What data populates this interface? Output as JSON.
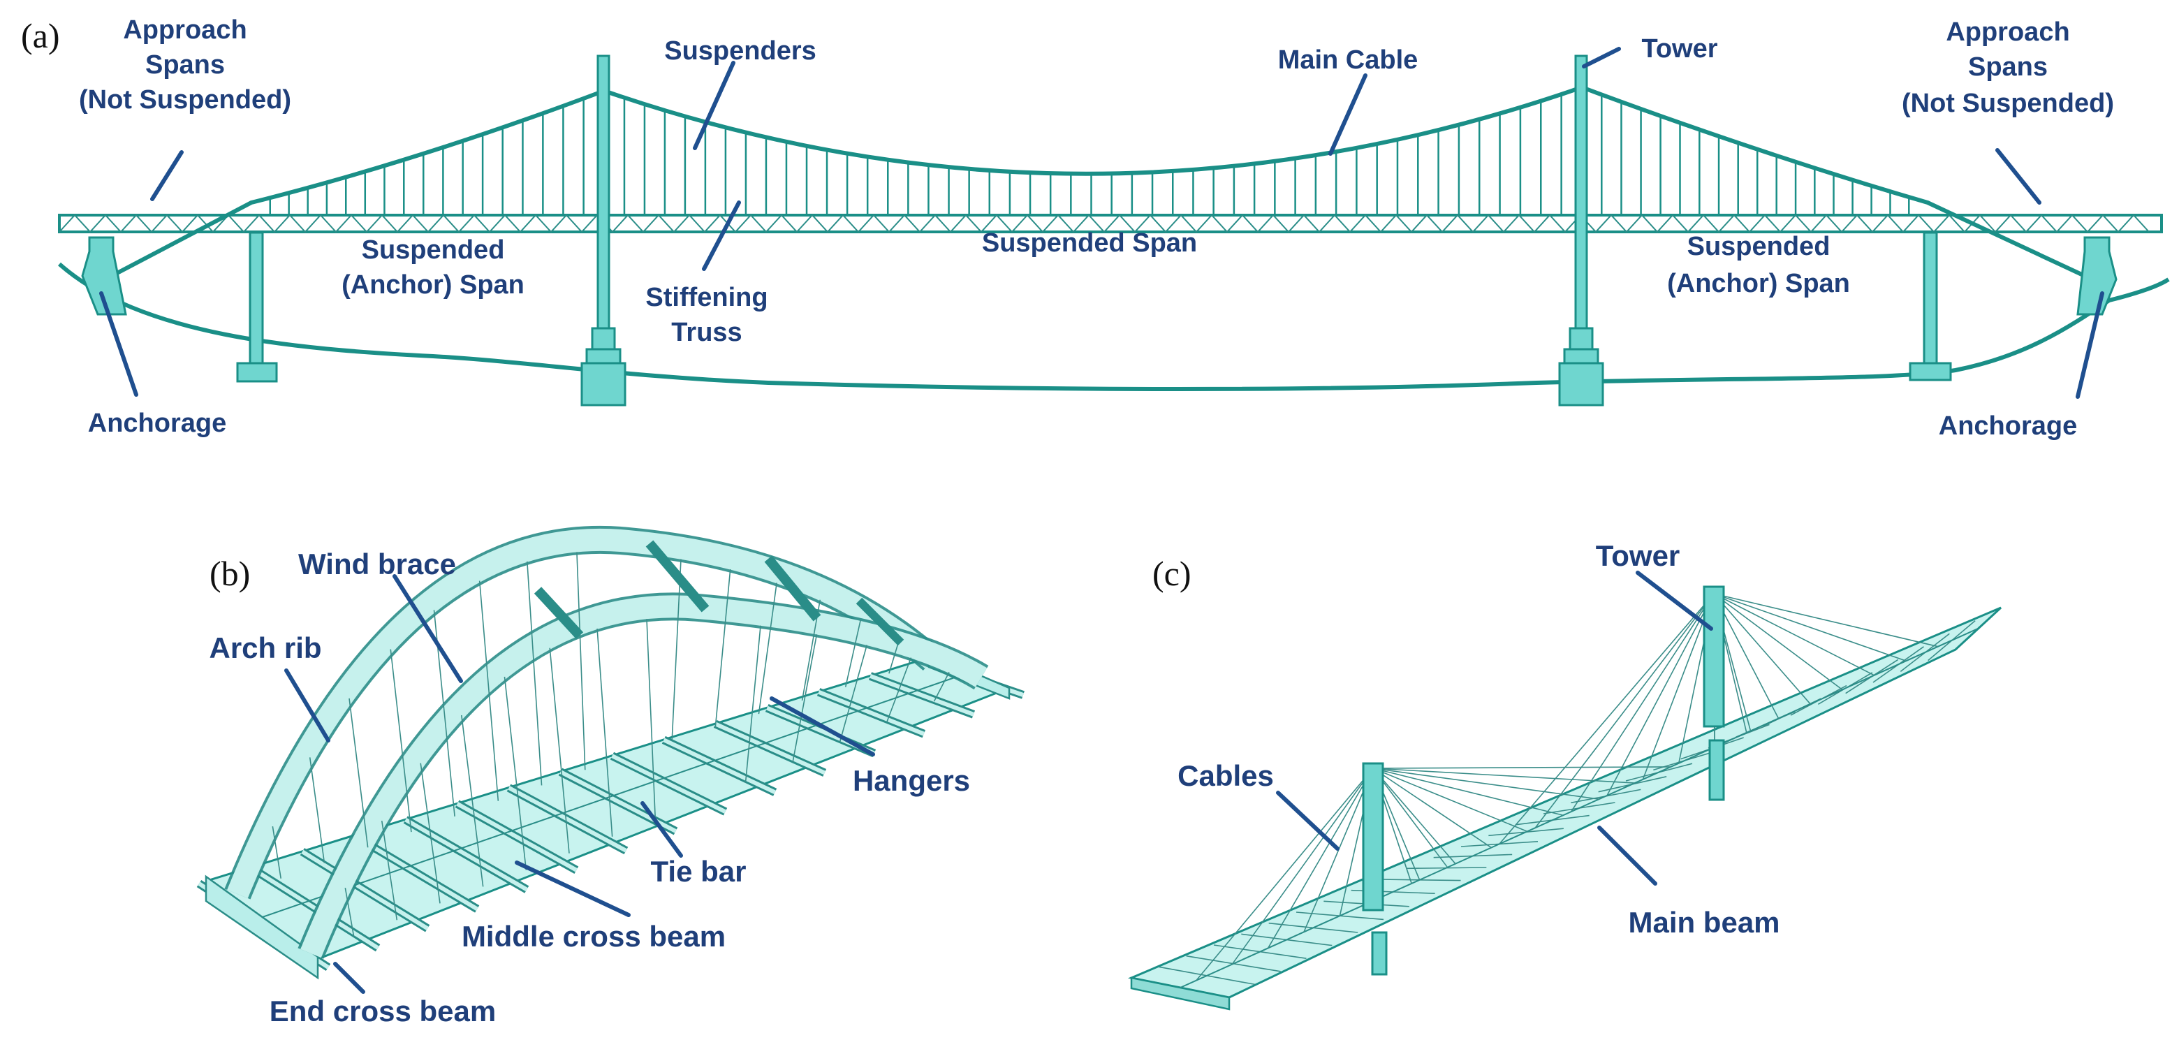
{
  "panels": {
    "a": {
      "letter": "(a)",
      "labels": {
        "approach_left_1": "Approach",
        "approach_left_2": "Spans",
        "approach_left_3": "(Not Suspended)",
        "suspenders": "Suspenders",
        "main_cable": "Main Cable",
        "tower": "Tower",
        "approach_right_1": "Approach",
        "approach_right_2": "Spans",
        "approach_right_3": "(Not Suspended)",
        "suspended_left_1": "Suspended",
        "suspended_left_2": "(Anchor) Span",
        "stiffening_1": "Stiffening",
        "stiffening_2": "Truss",
        "suspended_span": "Suspended Span",
        "suspended_right_1": "Suspended",
        "suspended_right_2": "(Anchor) Span",
        "anchorage_left": "Anchorage",
        "anchorage_right": "Anchorage"
      }
    },
    "b": {
      "letter": "(b)",
      "labels": {
        "wind_brace": "Wind brace",
        "arch_rib": "Arch rib",
        "hangers": "Hangers",
        "tie_bar": "Tie bar",
        "middle_cross_beam": "Middle cross beam",
        "end_cross_beam": "End cross beam"
      }
    },
    "c": {
      "letter": "(c)",
      "labels": {
        "tower": "Tower",
        "cables": "Cables",
        "main_beam": "Main beam"
      }
    }
  },
  "colors": {
    "structure": "#1a8f87",
    "fill": "#6fd6cf",
    "label": "#1f3f7a"
  }
}
